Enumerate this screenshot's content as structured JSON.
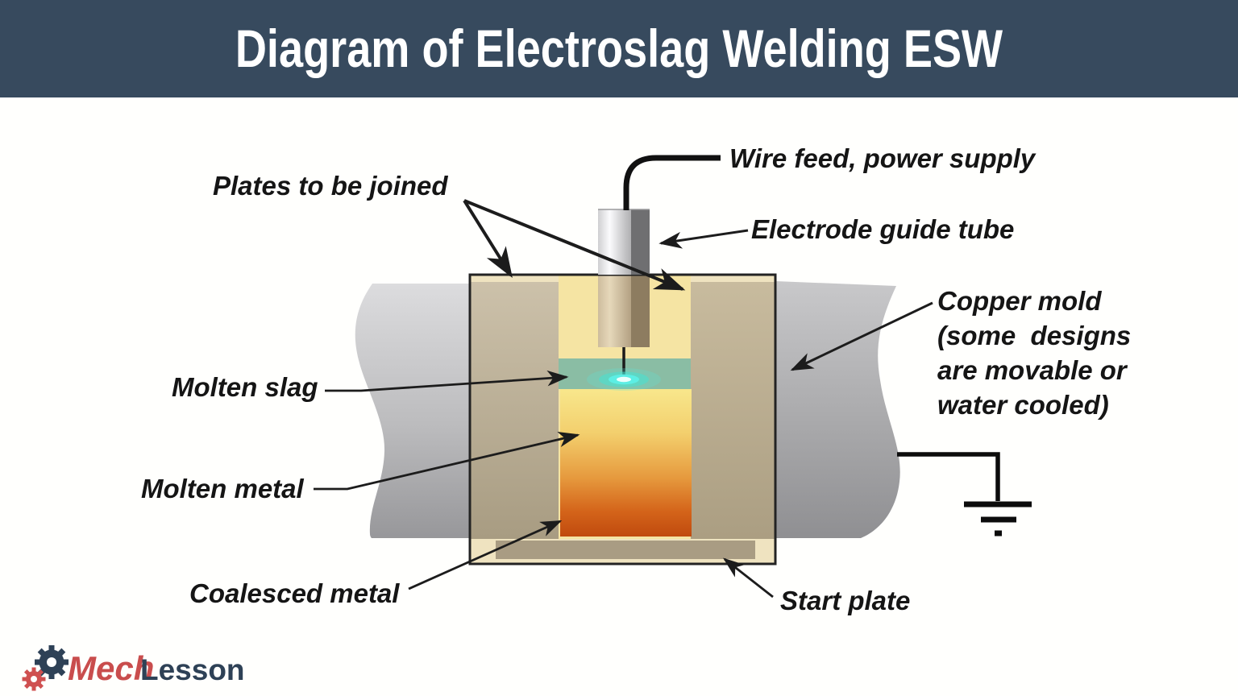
{
  "header": {
    "title": "Diagram of  Electroslag Welding ESW",
    "bg_color": "#374a5e",
    "text_color": "#ffffff"
  },
  "diagram": {
    "labels": {
      "wire_feed": "Wire feed, power supply",
      "plates_to_be_joined": "Plates to be joined",
      "electrode_guide_tube": "Electrode guide tube",
      "copper_mold": {
        "line1": "Copper mold",
        "line2": "(some  designs",
        "line3": "are movable or",
        "line4": "water cooled)"
      },
      "molten_slag": "Molten slag",
      "molten_metal": "Molten metal",
      "coalesced_metal": "Coalesced metal",
      "start_plate": "Start plate"
    },
    "colors": {
      "plate_gray_top": "#dadadc",
      "plate_gray_bottom": "#97979a",
      "mold_cream": "#efe3c0",
      "mold_overlap_tan_top": "#ccc1aa",
      "mold_overlap_tan_bottom": "#a89c82",
      "weld_channel_yellow": "#f5e4a3",
      "molten_slag_teal": "#8abda4",
      "molten_metal_top": "#f8e78c",
      "molten_metal_bottom": "#c04a0e",
      "start_plate_tan": "#a99c83",
      "electrode_silver": "#fbfbfd",
      "electrode_dark_stripe": "#6f6f71",
      "arc_glow_cyan": "#5ceee4",
      "line_black": "#1c1c1c"
    }
  },
  "logo": {
    "mech": "Mech",
    "lesson": "Lesson",
    "mech_color": "#c94d4d",
    "lesson_color": "#2e4156"
  }
}
